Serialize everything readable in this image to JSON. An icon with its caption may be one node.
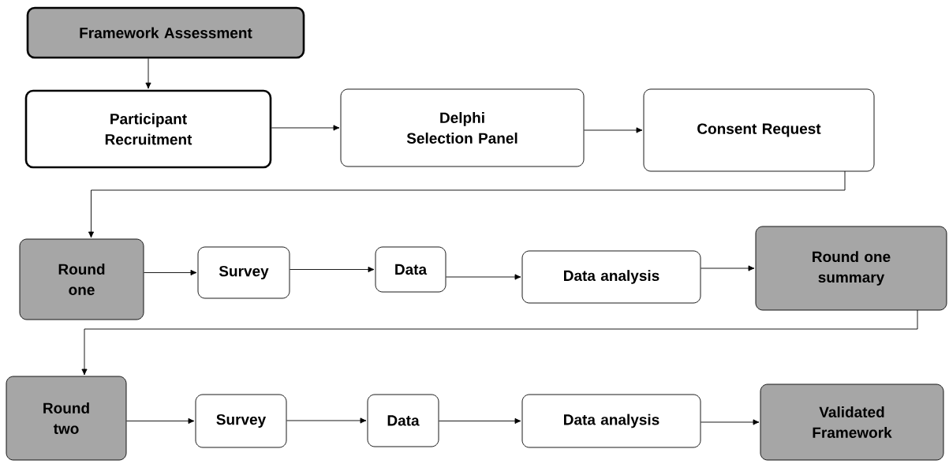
{
  "diagram": {
    "nodes": [
      {
        "text": [
          "Framework Assessment"
        ]
      },
      {
        "text": [
          "Participant Recruitment"
        ]
      },
      {
        "text": [
          "Delphi Selection Panel"
        ]
      },
      {
        "text": [
          "Consent Request"
        ]
      },
      {
        "text": [
          "Round one"
        ]
      },
      {
        "text": [
          "Survey"
        ]
      },
      {
        "text": [
          "Data"
        ]
      },
      {
        "text": [
          "Data analysis"
        ]
      },
      {
        "text": [
          "Round one summary"
        ]
      },
      {
        "text": [
          "Round two"
        ]
      },
      {
        "text": [
          "Survey"
        ]
      },
      {
        "text": [
          "Data"
        ]
      },
      {
        "text": [
          "Data analysis"
        ]
      },
      {
        "text": [
          "Validated Framework"
        ]
      }
    ],
    "edges": [
      {
        "from": 0,
        "to": 1,
        "arrow": "to"
      },
      {
        "from": 1,
        "to": 2,
        "arrow": "to"
      },
      {
        "from": 2,
        "to": 3,
        "arrow": "to"
      },
      {
        "from": 3,
        "to": 4,
        "arrow": "to"
      },
      {
        "from": 4,
        "to": 5,
        "arrow": "to"
      },
      {
        "from": 5,
        "to": 6,
        "arrow": "to"
      },
      {
        "from": 6,
        "to": 7,
        "arrow": "to"
      },
      {
        "from": 7,
        "to": 8,
        "arrow": "to"
      },
      {
        "from": 8,
        "to": 9,
        "arrow": "to"
      },
      {
        "from": 9,
        "to": 10,
        "arrow": "to"
      },
      {
        "from": 10,
        "to": 11,
        "arrow": "to"
      },
      {
        "from": 11,
        "to": 12,
        "arrow": "to"
      },
      {
        "from": 12,
        "to": 13,
        "arrow": "to"
      }
    ]
  }
}
